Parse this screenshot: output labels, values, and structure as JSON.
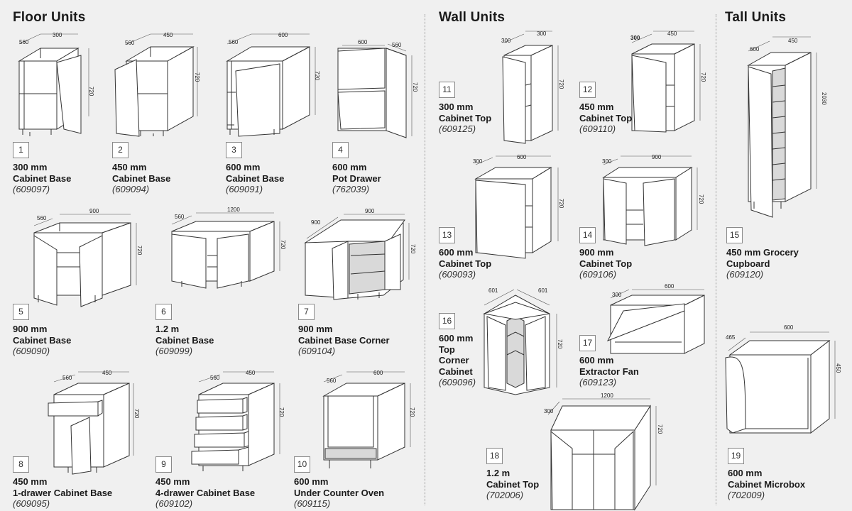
{
  "sections": {
    "floor": "Floor Units",
    "wall": "Wall Units",
    "tall": "Tall Units"
  },
  "items": [
    {
      "num": "1",
      "size": "300 mm",
      "name": "Cabinet Base",
      "code": "(609097)",
      "dims": {
        "w": "300",
        "d": "560",
        "h": "720"
      }
    },
    {
      "num": "2",
      "size": "450 mm",
      "name": "Cabinet Base",
      "code": "(609094)",
      "dims": {
        "w": "450",
        "d": "560",
        "h": "720"
      }
    },
    {
      "num": "3",
      "size": "600 mm",
      "name": "Cabinet Base",
      "code": "(609091)",
      "dims": {
        "w": "600",
        "d": "560",
        "h": "720"
      }
    },
    {
      "num": "4",
      "size": "600 mm",
      "name": "Pot Drawer",
      "code": "(762039)",
      "dims": {
        "w": "600",
        "d": "560",
        "h": "720"
      }
    },
    {
      "num": "5",
      "size": "900 mm",
      "name": "Cabinet Base",
      "code": "(609090)",
      "dims": {
        "w": "900",
        "d": "560",
        "h": "720"
      }
    },
    {
      "num": "6",
      "size": "1.2 m",
      "name": "Cabinet Base",
      "code": "(609099)",
      "dims": {
        "w": "1200",
        "d": "560",
        "h": "720"
      }
    },
    {
      "num": "7",
      "size": "900 mm",
      "name": "Cabinet Base Corner",
      "code": "(609104)",
      "dims": {
        "w": "900",
        "d": "900",
        "h": "720"
      }
    },
    {
      "num": "8",
      "size": "450 mm",
      "name": "1-drawer Cabinet Base",
      "code": "(609095)",
      "dims": {
        "w": "450",
        "d": "560",
        "h": "720"
      }
    },
    {
      "num": "9",
      "size": "450 mm",
      "name": "4-drawer Cabinet Base",
      "code": "(609102)",
      "dims": {
        "w": "450",
        "d": "560",
        "h": "720"
      }
    },
    {
      "num": "10",
      "size": "600 mm",
      "name": "Under Counter Oven",
      "code": "(609115)",
      "dims": {
        "w": "600",
        "d": "560",
        "h": "720"
      }
    },
    {
      "num": "11",
      "size": "300 mm",
      "name": "Cabinet Top",
      "code": "(609125)",
      "dims": {
        "w": "300",
        "d": "300",
        "h": "720"
      }
    },
    {
      "num": "12",
      "size": "450 mm",
      "name": "Cabinet Top",
      "code": "(609110)",
      "dims": {
        "w": "450",
        "d": "300",
        "h": "720"
      }
    },
    {
      "num": "13",
      "size": "600 mm",
      "name": "Cabinet Top",
      "code": "(609093)",
      "dims": {
        "w": "600",
        "d": "300",
        "h": "720"
      }
    },
    {
      "num": "14",
      "size": "900 mm",
      "name": "Cabinet Top",
      "code": "(609106)",
      "dims": {
        "w": "900",
        "d": "300",
        "h": "720"
      }
    },
    {
      "num": "15",
      "size": "450 mm Grocery",
      "name": "Cupboard",
      "code": "(609120)",
      "dims": {
        "w": "450",
        "d": "600",
        "h": "2030"
      }
    },
    {
      "num": "16",
      "size": "600 mm",
      "name": "Top Corner Cabinet",
      "code": "(609096)",
      "dims": {
        "w": "601",
        "d": "601",
        "h": "720"
      }
    },
    {
      "num": "17",
      "size": "600 mm",
      "name": "Extractor Fan",
      "code": "(609123)",
      "dims": {
        "w": "600",
        "d": "300"
      }
    },
    {
      "num": "18",
      "size": "1.2 m",
      "name": "Cabinet Top",
      "code": "(702006)",
      "dims": {
        "w": "1200",
        "d": "300",
        "h": "720"
      }
    },
    {
      "num": "19",
      "size": "600 mm",
      "name": "Cabinet Microbox",
      "code": "(702009)",
      "dims": {
        "w": "600",
        "d": "465",
        "h": "450"
      }
    }
  ]
}
